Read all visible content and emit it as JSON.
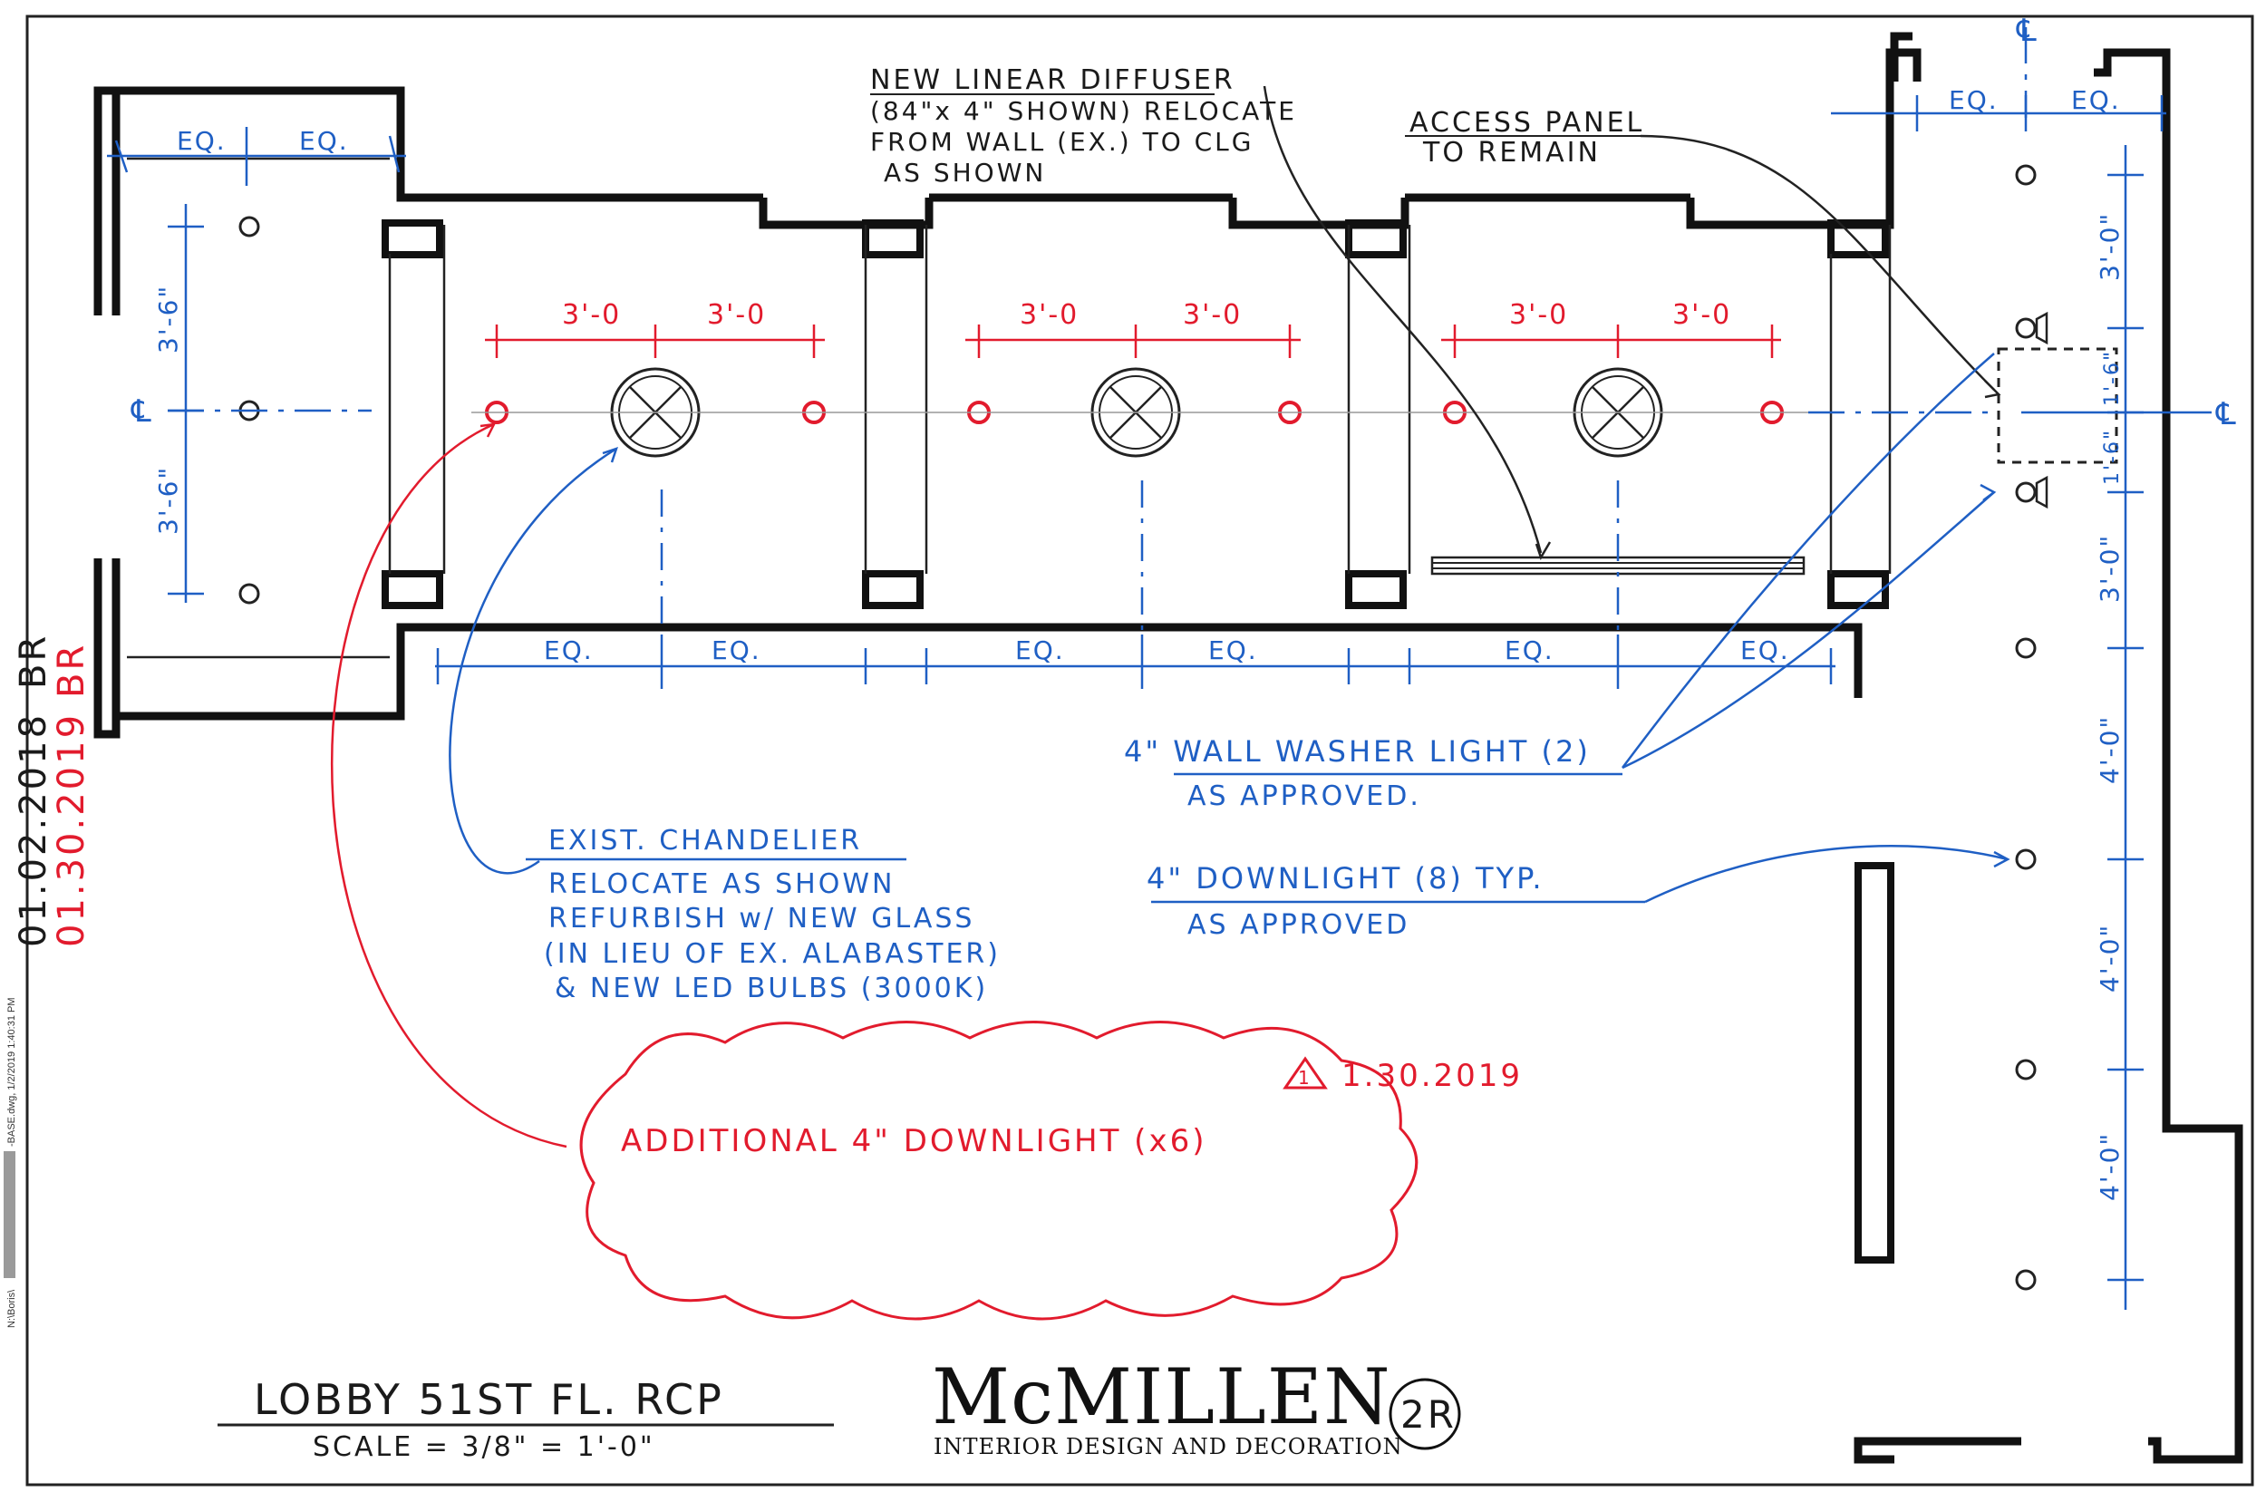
{
  "title_block": {
    "drawing_title": "LOBBY 51ST FL. RCP",
    "scale": "SCALE = 3/8\" = 1'-0\"",
    "firm_name": "McMILLEN",
    "firm_tagline": "INTERIOR DESIGN AND DECORATION",
    "sheet_number": "2R"
  },
  "dates": {
    "original": "01.02.2018",
    "original_initials": "BR",
    "revised": "01.30.2019",
    "revised_initials": "BR",
    "revision_tag": "1.30.2019",
    "revision_number": "1"
  },
  "margin_print": {
    "file_line": "N:\\Boris\\",
    "file_line2": "-BASE.dwg, 1/2/2019 1:40:31 PM"
  },
  "notes": {
    "linear_diffuser": [
      "NEW LINEAR DIFFUSER",
      "(84\"x 4\" SHOWN) RELOCATE",
      "FROM WALL (EX.) TO CLG",
      "AS SHOWN"
    ],
    "access_panel": [
      "ACCESS PANEL",
      "TO REMAIN"
    ],
    "wall_washer": [
      "4\" WALL WASHER LIGHT (2)",
      "AS APPROVED."
    ],
    "downlight": [
      "4\" DOWNLIGHT (8) TYP.",
      "AS APPROVED"
    ],
    "chandelier": [
      "EXIST. CHANDELIER",
      "RELOCATE AS SHOWN",
      "REFURBISH w/ NEW GLASS",
      "(IN LIEU OF EX. ALABASTER)",
      "& NEW LED BULBS (3000K)"
    ],
    "additional": "ADDITIONAL 4\" DOWNLIGHT (x6)"
  },
  "dimensions": {
    "eq": "EQ.",
    "three_six": "3'-6\"",
    "three_zero": "3'-0",
    "three_zero_b": "3'-0\"",
    "four_zero": "4'-0\"",
    "one_six": "1'-6\"",
    "centerline": "℄"
  },
  "colors": {
    "ink": "#1a1a1a",
    "blue_markup": "#1f5fc4",
    "red_markup": "#e21b2d"
  }
}
